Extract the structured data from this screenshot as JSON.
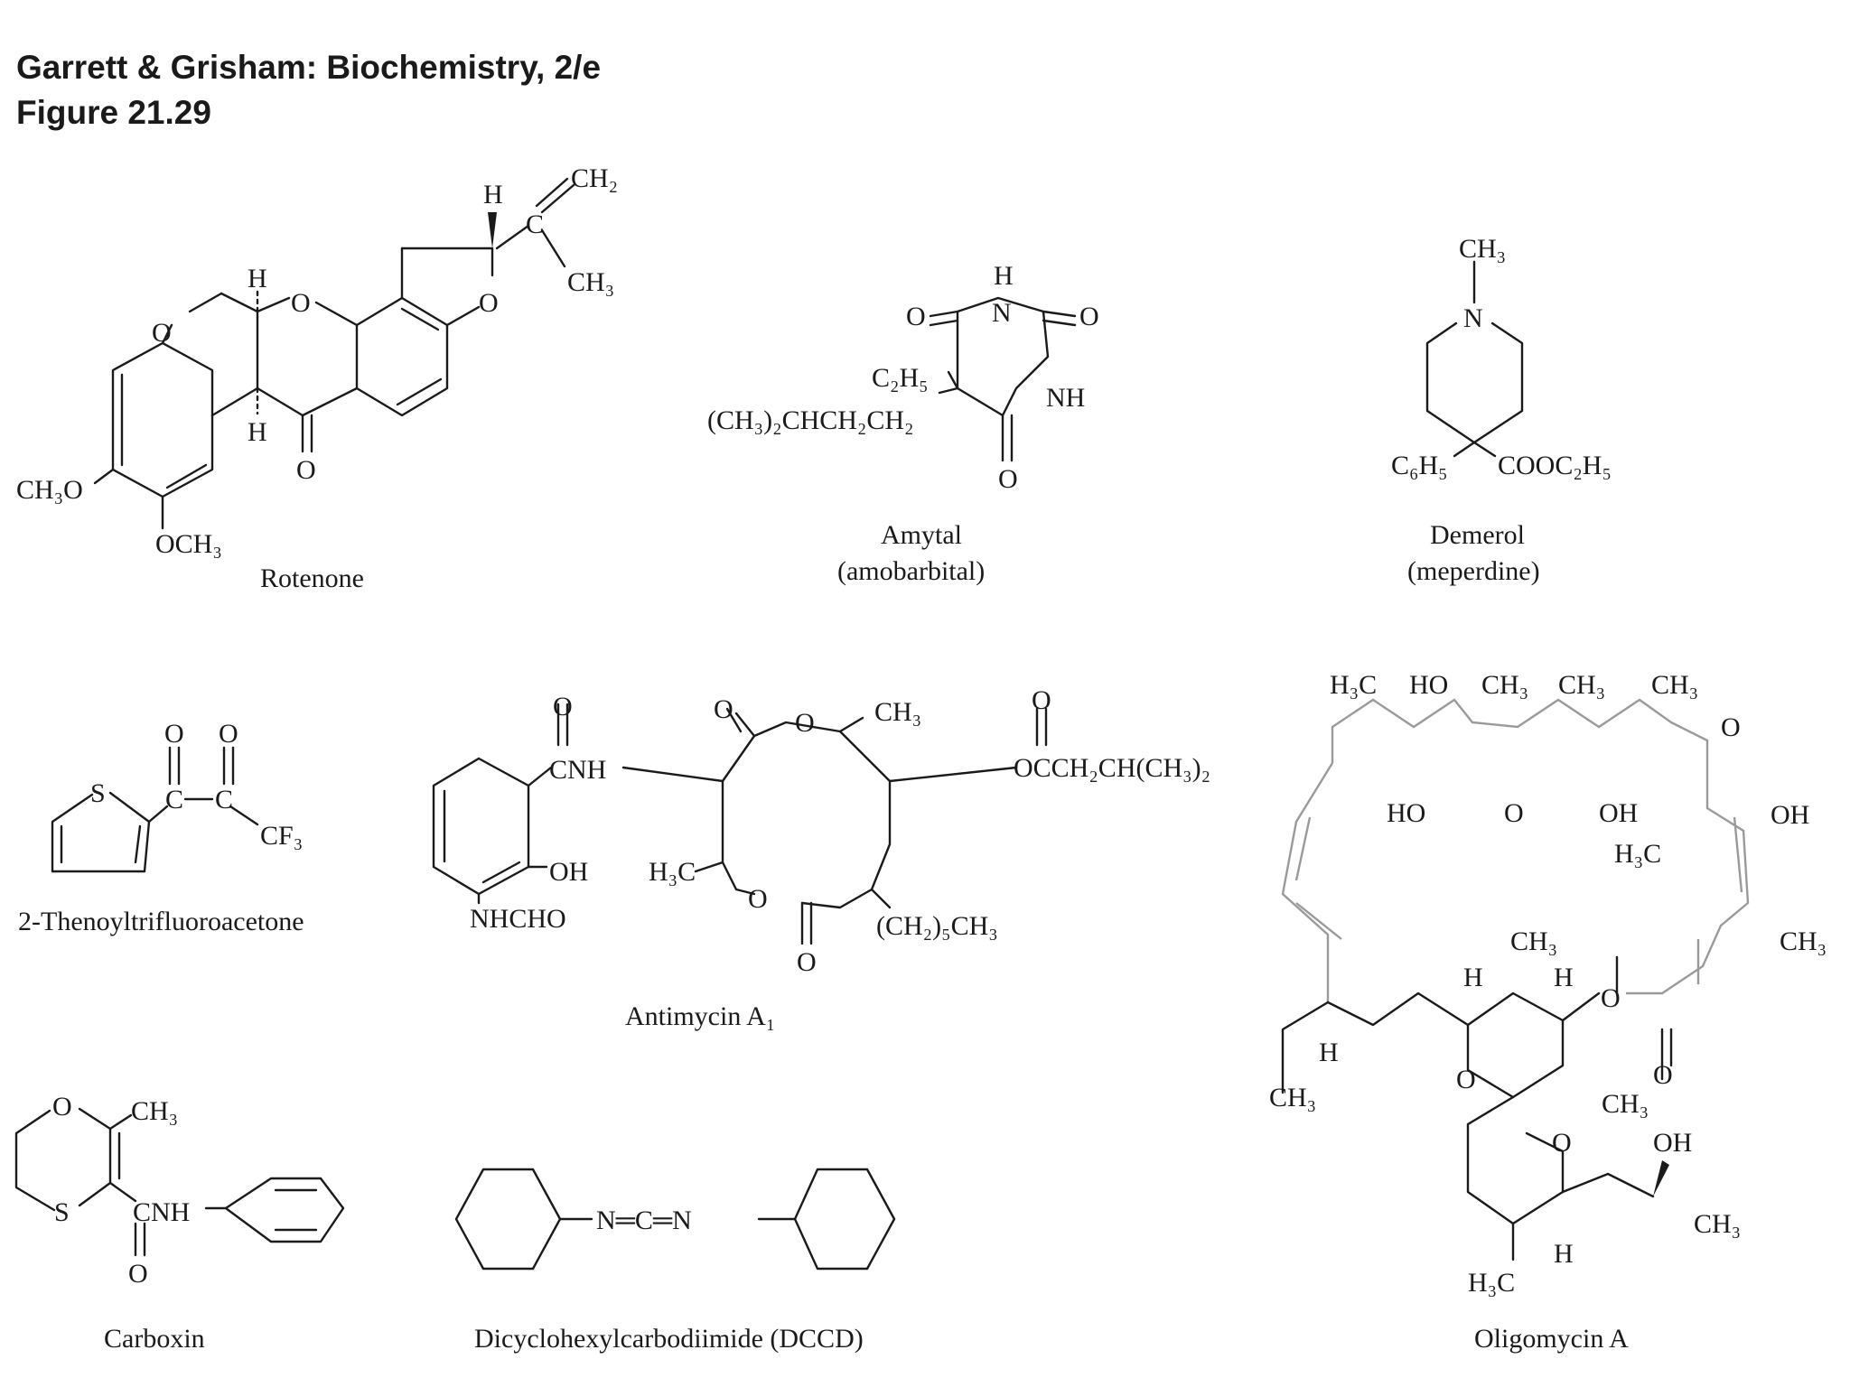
{
  "header": {
    "line1": "Garrett & Grisham: Biochemistry, 2/e",
    "line2": "Figure 21.29"
  },
  "captions": {
    "rotenone": "Rotenone",
    "amytal": "Amytal",
    "amytal_sub": "(amobarbital)",
    "demerol": "Demerol",
    "demerol_sub": "(meperdine)",
    "thenoyl": "2-Thenoyltrifluoroacetone",
    "antimycin": "Antimycin A₁",
    "oligomycin": "Oligomycin A",
    "carboxin": "Carboxin",
    "dccd": "Dicyclohexylcarbodiimide (DCCD)"
  },
  "labels": {
    "h": "H",
    "o": "O",
    "s": "S",
    "nh": "NH",
    "n": "N",
    "ch2": "CH₂",
    "ch3": "CH₃",
    "ch3o": "CH₃O",
    "och3": "OCH₃",
    "c": "C",
    "c2h5": "C₂H₅",
    "isoamyl": "(CH₃)₂CHCH₂CH₂",
    "c6h5": "C₆H₅",
    "cooc2h5": "COOC₂H₅",
    "cf3": "CF₃",
    "cnh": "CNH",
    "oh": "OH",
    "nhcho": "NHCHO",
    "h3c": "H₃C",
    "ester": "OCCH₂CH(CH₃)₂",
    "hexyl": "(CH₂)₅CH₃",
    "ho": "HO",
    "ncn": "N═C═N"
  }
}
